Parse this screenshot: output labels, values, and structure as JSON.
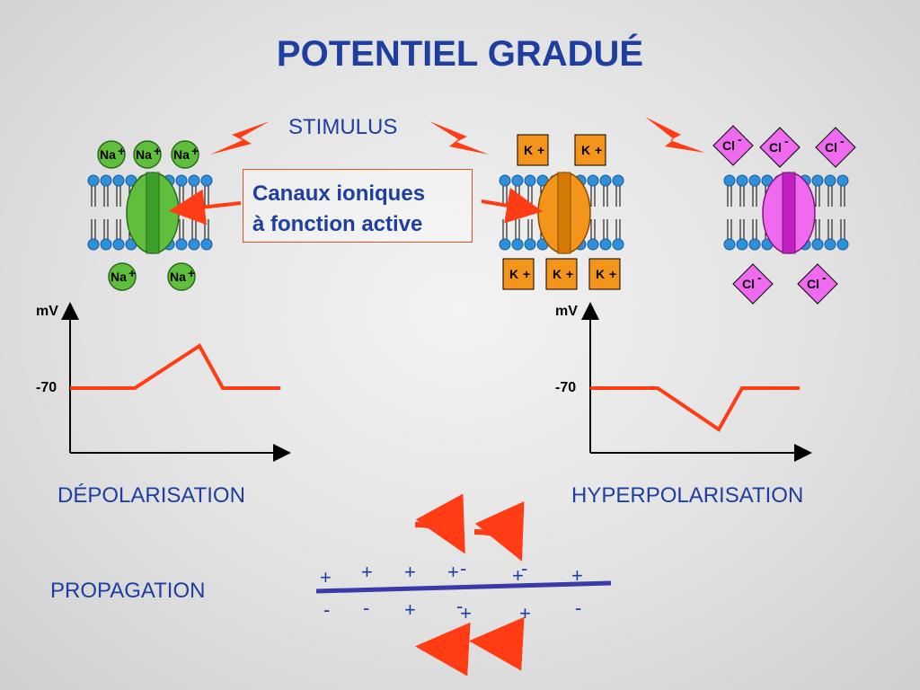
{
  "title": "POTENTIEL GRADUÉ",
  "stimulus": "STIMULUS",
  "box": {
    "line1": "Canaux ioniques",
    "line2": "à fonction active"
  },
  "ions": {
    "na": "Na",
    "k": "K",
    "cl": "Cl",
    "plus": "+",
    "minus": "-"
  },
  "graphs": {
    "left": {
      "ylabel": "mV",
      "tick": "-70",
      "caption": "DÉPOLARISATION"
    },
    "right": {
      "ylabel": "mV",
      "tick": "-70",
      "caption": "HYPERPOLARISATION"
    }
  },
  "propagation": {
    "label": "PROPAGATION",
    "top_signs": [
      "+",
      "+",
      "+",
      "+",
      "-",
      "+",
      "-",
      "+"
    ],
    "bottom_signs": [
      "-",
      "-",
      "+",
      "-",
      "+",
      "+",
      "-"
    ]
  },
  "colors": {
    "title": "#1f3fa0",
    "na": "#5fbf3c",
    "k": "#f3951a",
    "cl": "#f06af0",
    "curve": "#ff3c14",
    "lightning": "#ff3c14",
    "line": "#3a3aa8"
  }
}
